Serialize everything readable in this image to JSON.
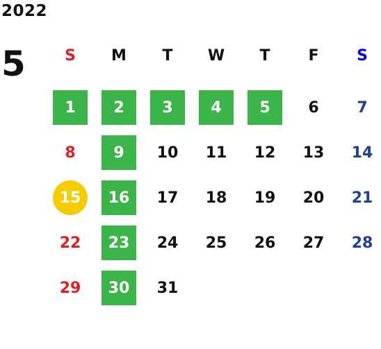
{
  "year": "2022",
  "month": "5",
  "colors": {
    "text": "#111111",
    "sunday": "#e02020",
    "saturday_header": "#0000ee",
    "saturday": "#1f3f9a",
    "holiday_bg": "#3bb54a",
    "today_bg": "#f5cc00"
  },
  "weekdays": [
    {
      "label": "S",
      "type": "sunday"
    },
    {
      "label": "M",
      "type": "weekday"
    },
    {
      "label": "T",
      "type": "weekday"
    },
    {
      "label": "W",
      "type": "weekday"
    },
    {
      "label": "T",
      "type": "weekday"
    },
    {
      "label": "F",
      "type": "weekday"
    },
    {
      "label": "S",
      "type": "saturday"
    }
  ],
  "weeks": [
    [
      {
        "day": "1",
        "type": "sunday",
        "style": "green"
      },
      {
        "day": "2",
        "type": "weekday",
        "style": "green"
      },
      {
        "day": "3",
        "type": "weekday",
        "style": "green"
      },
      {
        "day": "4",
        "type": "weekday",
        "style": "green"
      },
      {
        "day": "5",
        "type": "weekday",
        "style": "green"
      },
      {
        "day": "6",
        "type": "weekday",
        "style": "plain"
      },
      {
        "day": "7",
        "type": "saturday",
        "style": "plain"
      }
    ],
    [
      {
        "day": "8",
        "type": "sunday",
        "style": "plain"
      },
      {
        "day": "9",
        "type": "weekday",
        "style": "green"
      },
      {
        "day": "10",
        "type": "weekday",
        "style": "plain"
      },
      {
        "day": "11",
        "type": "weekday",
        "style": "plain"
      },
      {
        "day": "12",
        "type": "weekday",
        "style": "plain"
      },
      {
        "day": "13",
        "type": "weekday",
        "style": "plain"
      },
      {
        "day": "14",
        "type": "saturday",
        "style": "plain"
      }
    ],
    [
      {
        "day": "15",
        "type": "sunday",
        "style": "circle"
      },
      {
        "day": "16",
        "type": "weekday",
        "style": "green"
      },
      {
        "day": "17",
        "type": "weekday",
        "style": "plain"
      },
      {
        "day": "18",
        "type": "weekday",
        "style": "plain"
      },
      {
        "day": "19",
        "type": "weekday",
        "style": "plain"
      },
      {
        "day": "20",
        "type": "weekday",
        "style": "plain"
      },
      {
        "day": "21",
        "type": "saturday",
        "style": "plain"
      }
    ],
    [
      {
        "day": "22",
        "type": "sunday",
        "style": "plain"
      },
      {
        "day": "23",
        "type": "weekday",
        "style": "green"
      },
      {
        "day": "24",
        "type": "weekday",
        "style": "plain"
      },
      {
        "day": "25",
        "type": "weekday",
        "style": "plain"
      },
      {
        "day": "26",
        "type": "weekday",
        "style": "plain"
      },
      {
        "day": "27",
        "type": "weekday",
        "style": "plain"
      },
      {
        "day": "28",
        "type": "saturday",
        "style": "plain"
      }
    ],
    [
      {
        "day": "29",
        "type": "sunday",
        "style": "plain"
      },
      {
        "day": "30",
        "type": "weekday",
        "style": "green"
      },
      {
        "day": "31",
        "type": "weekday",
        "style": "plain"
      },
      {
        "day": "",
        "type": "empty",
        "style": "plain"
      },
      {
        "day": "",
        "type": "empty",
        "style": "plain"
      },
      {
        "day": "",
        "type": "empty",
        "style": "plain"
      },
      {
        "day": "",
        "type": "empty",
        "style": "plain"
      }
    ]
  ]
}
